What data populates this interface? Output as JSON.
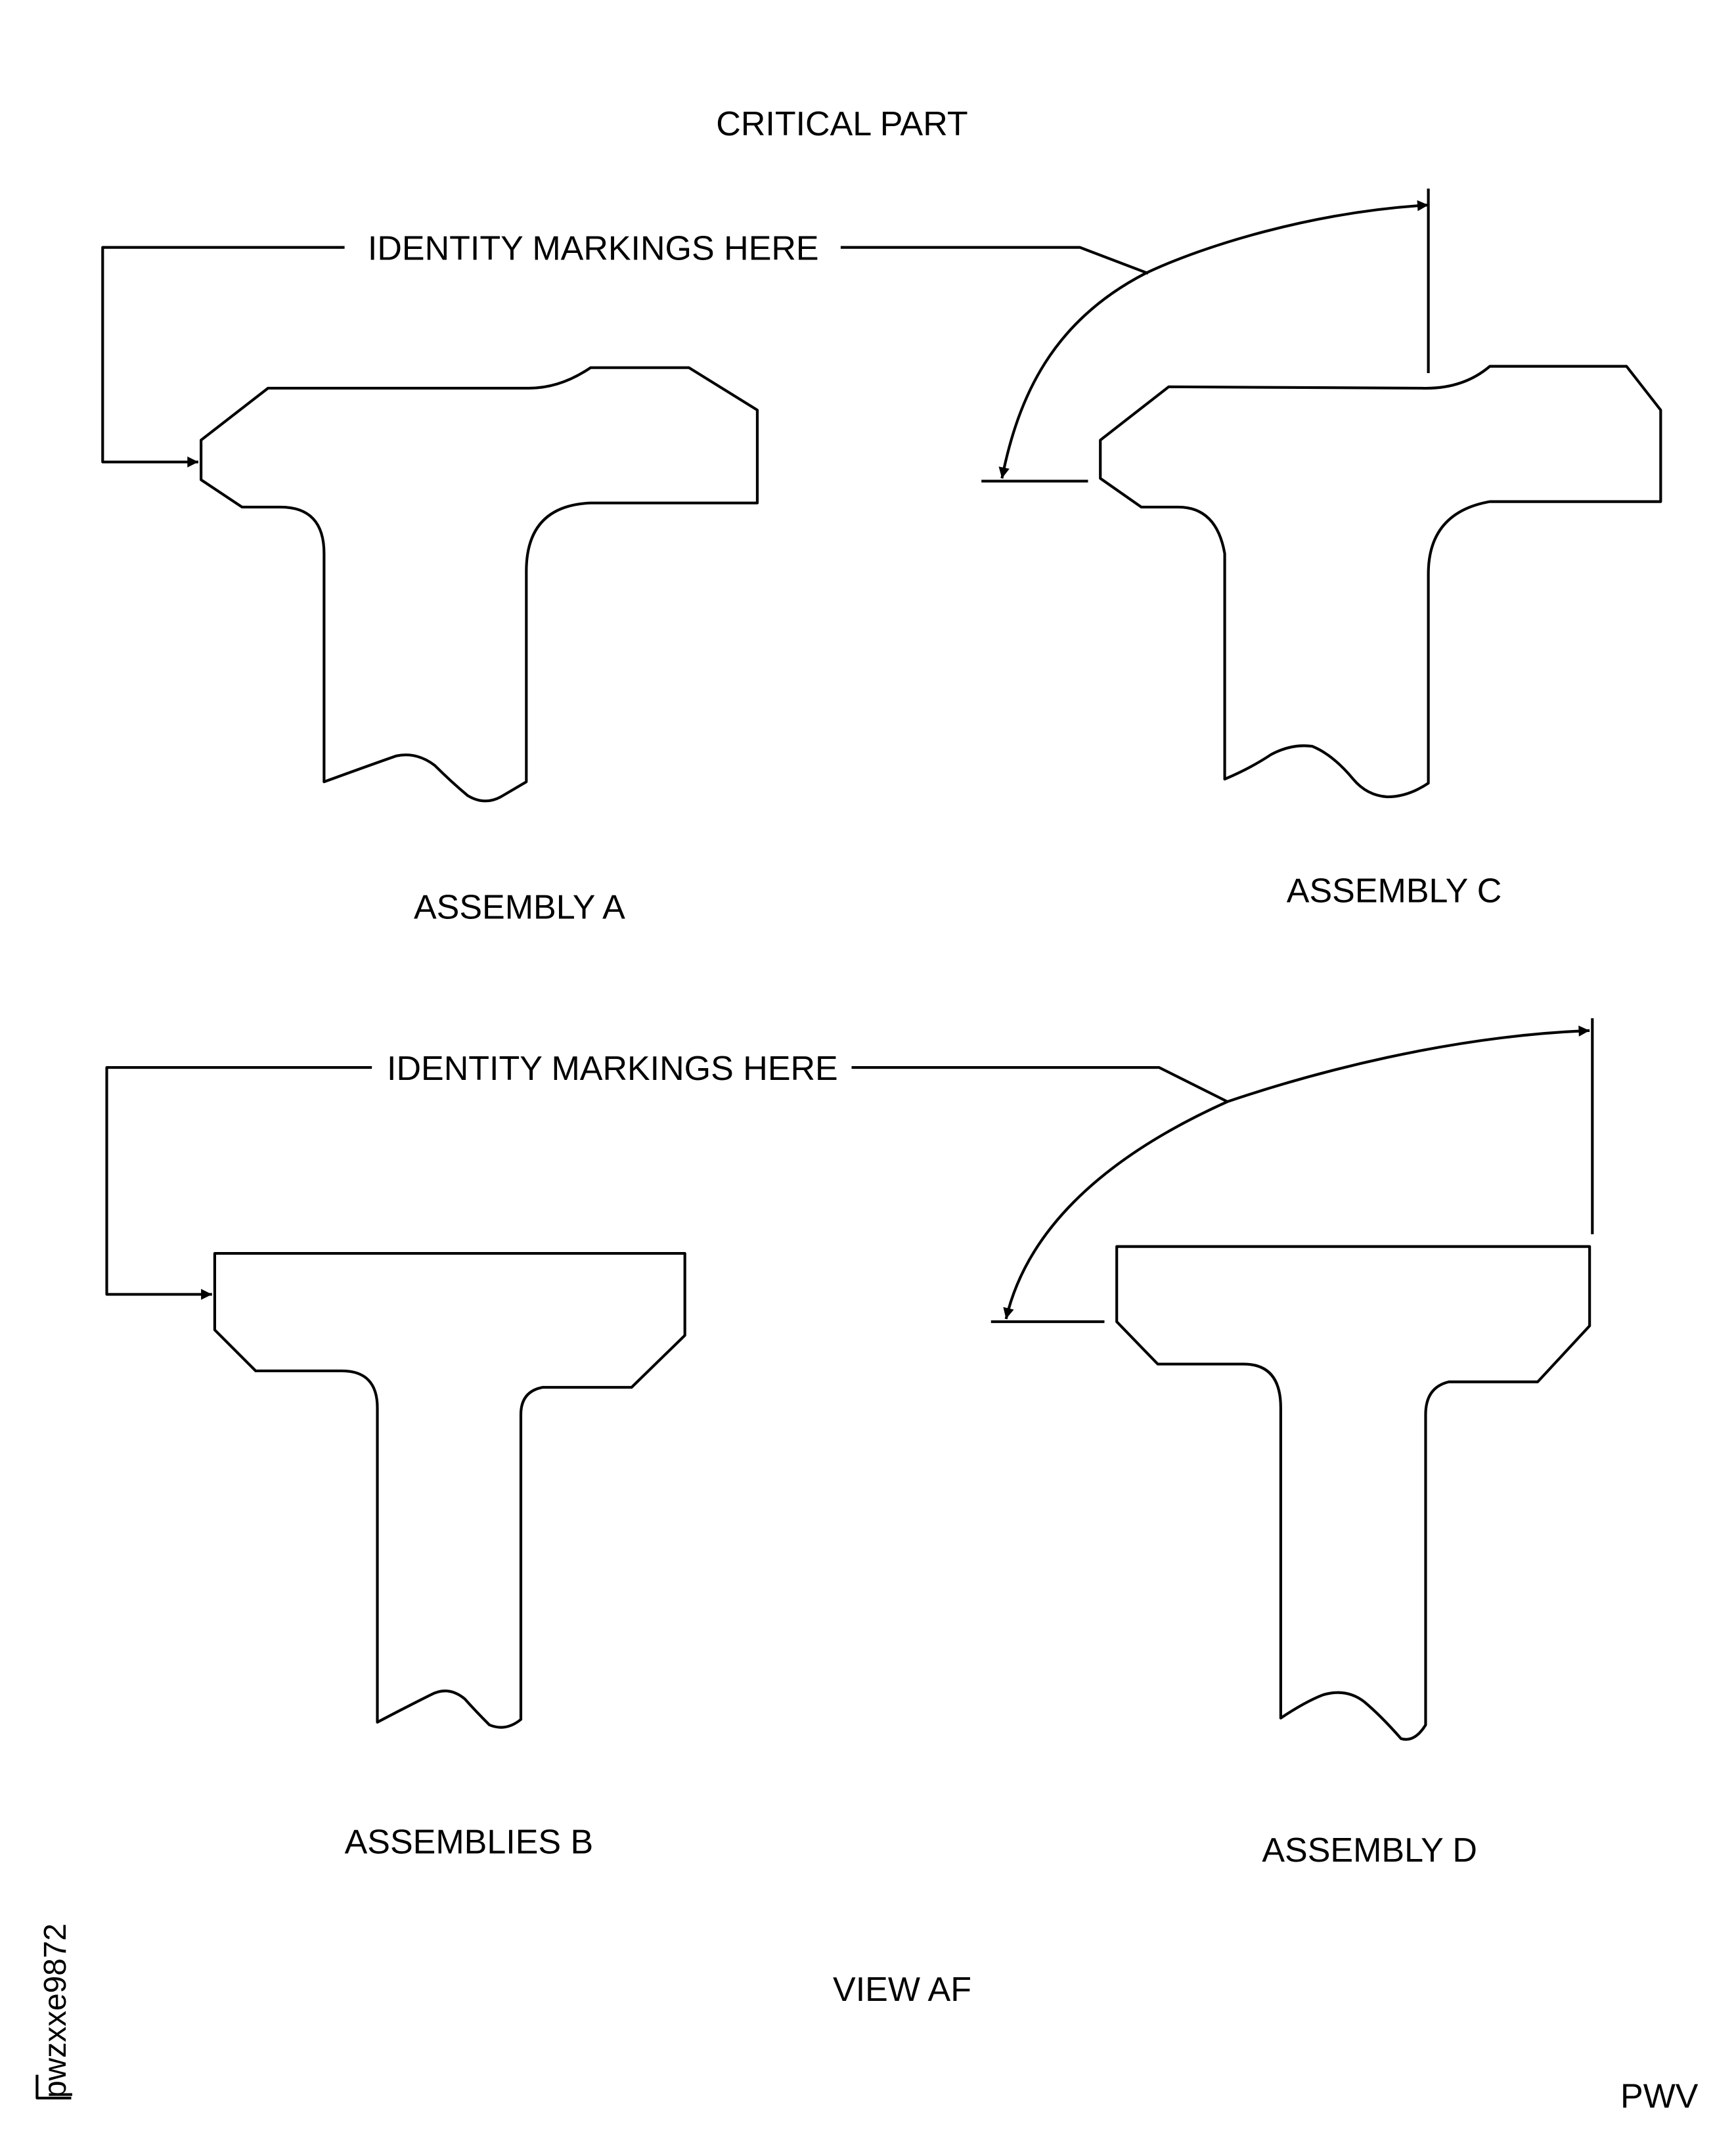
{
  "title": "CRITICAL PART",
  "callouts": {
    "top": "IDENTITY MARKINGS HERE",
    "bottom": "IDENTITY MARKINGS HERE"
  },
  "labels": {
    "assembly_a": "ASSEMBLY A",
    "assembly_c": "ASSEMBLY C",
    "assemblies_b": "ASSEMBLIES B",
    "assembly_d": "ASSEMBLY D"
  },
  "view_label": "VIEW AF",
  "figure_id": "pwzxxe9872",
  "corner_code": "PWV",
  "colors": {
    "line": "#000000",
    "background": "#ffffff"
  }
}
